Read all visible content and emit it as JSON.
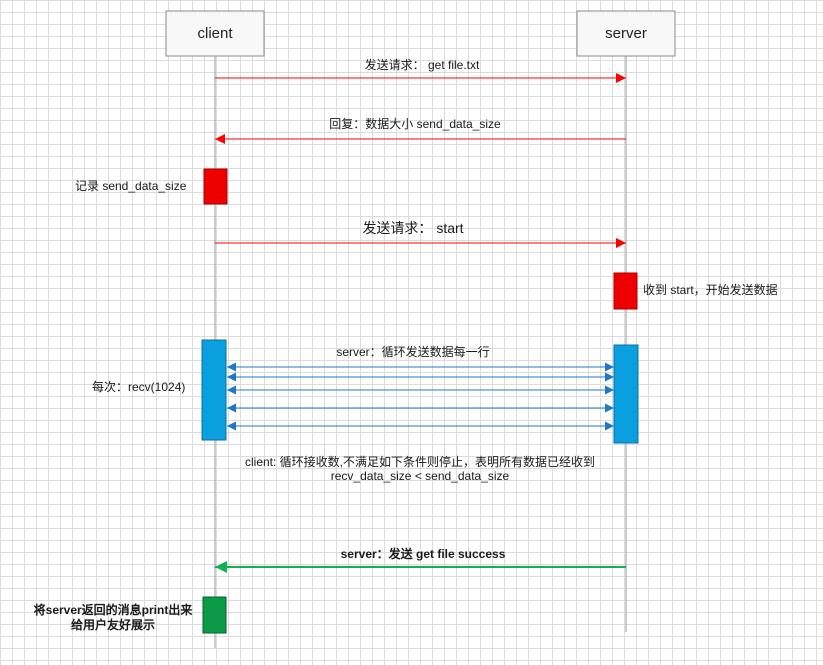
{
  "actors": {
    "client": "client",
    "server": "server"
  },
  "messages": {
    "m1": "发送请求： get file.txt",
    "m2": "回复：数据大小 send_data_size",
    "m3": "发送请求：  start",
    "m4": "server：循环发送数据每一行",
    "m5": "server：发送 get file success"
  },
  "notes": {
    "record": "记录 send_data_size",
    "received": "收到 start，开始发送数据",
    "each_time": "每次：recv(1024)",
    "loop_line1": "client: 循环接收数,不满足如下条件则停止，表明所有数据已经收到",
    "loop_line2": "recv_data_size < send_data_size",
    "final_line1": "将server返回的消息print出来",
    "final_line2": "给用户友好展示"
  },
  "colors": {
    "request_arrow": "#ff0000",
    "activation_red": "#ee0000",
    "loop_arrow": "#1f77c8",
    "activation_blue": "#0aa0e0",
    "success_arrow": "#11b050",
    "activation_green": "#0c9a48"
  }
}
